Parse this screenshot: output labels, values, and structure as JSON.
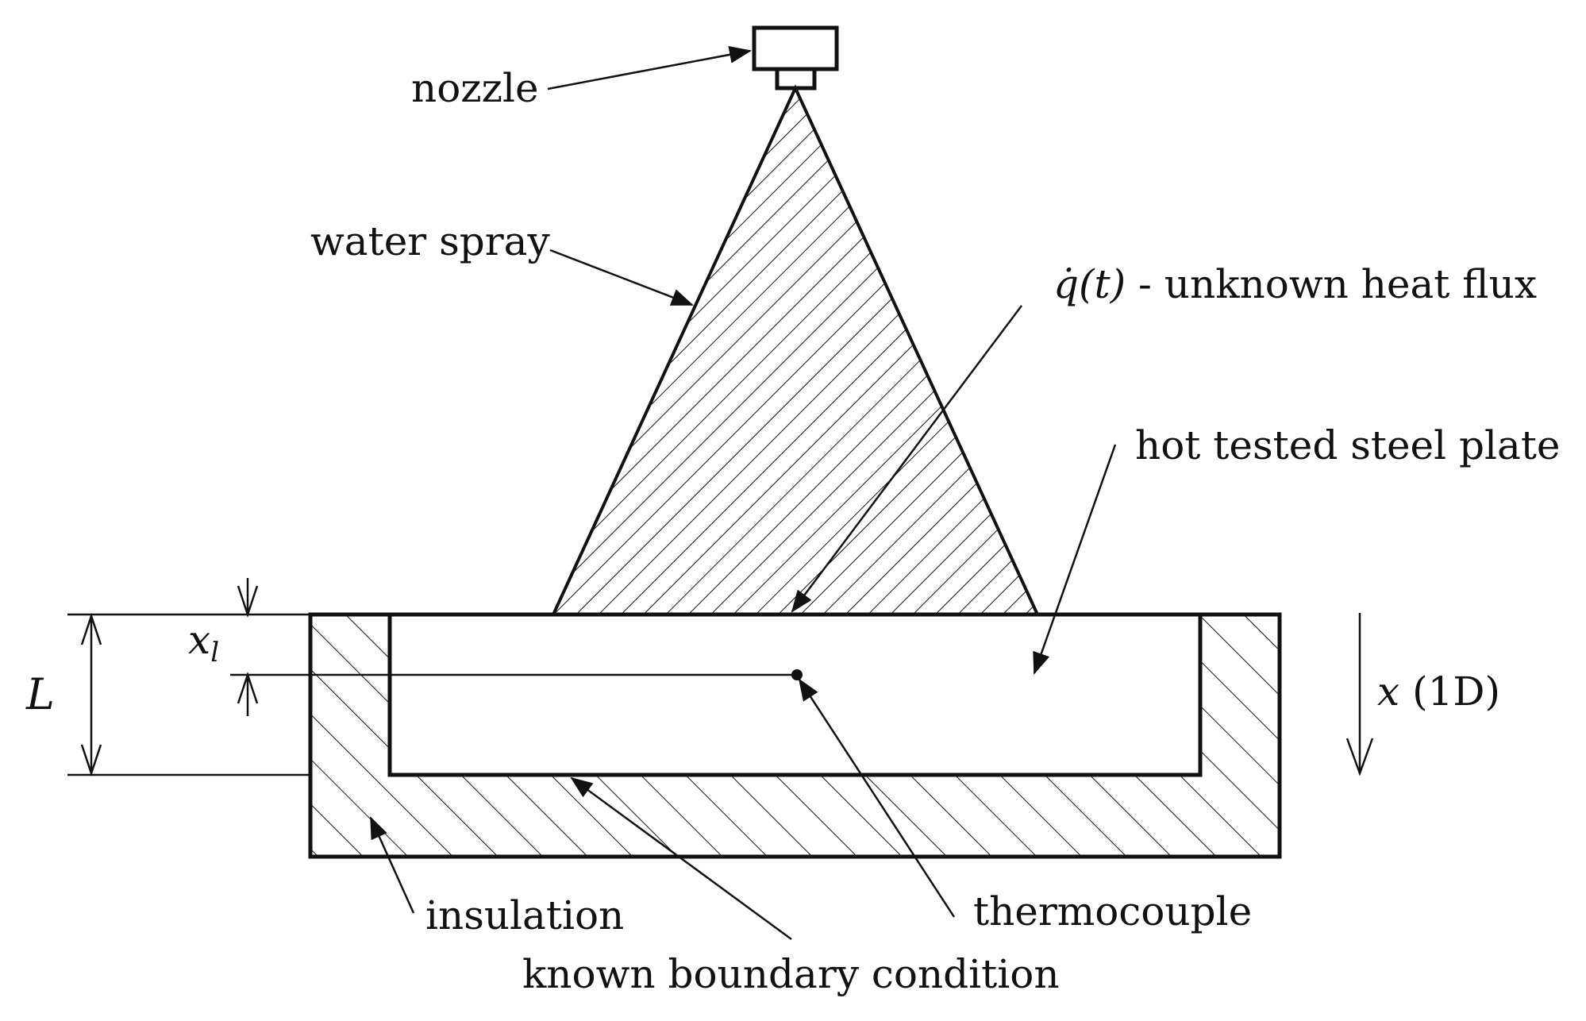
{
  "labels": {
    "nozzle": "nozzle",
    "water_spray": "water spray",
    "heat_flux_symbol": "q̇(t)",
    "heat_flux_text": " - unknown heat flux",
    "steel_plate": "hot tested steel plate",
    "thermocouple_depth_symbol": "x",
    "thermocouple_depth_subscript": "l",
    "thickness_symbol": "L",
    "direction_symbol": "x",
    "direction_text": " (1D)",
    "insulation": "insulation",
    "thermocouple": "thermocouple",
    "boundary_condition": "known boundary condition"
  },
  "colors": {
    "ink": "#111111",
    "background": "#ffffff"
  }
}
